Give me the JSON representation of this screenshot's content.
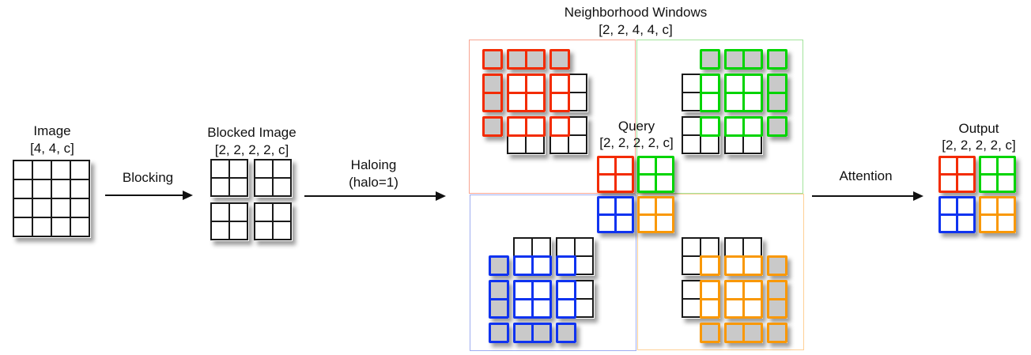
{
  "colors": {
    "red": "#f32b00",
    "green": "#00d400",
    "blue": "#0f33f0",
    "orange": "#f99806",
    "black": "#1a1a1a",
    "gray_fill": "#c9c9c9",
    "white_fill": "#ffffff",
    "box_red": "#f7a491",
    "box_green": "#a2e39b",
    "box_blue": "#9fadf0",
    "box_orange": "#ffd096"
  },
  "labels": {
    "image_title": "Image",
    "image_shape": "[4, 4, c]",
    "blocking": "Blocking",
    "blocked_title": "Blocked Image",
    "blocked_shape": "[2, 2, 2, 2, c]",
    "haloing_line1": "Haloing",
    "haloing_line2": "(halo=1)",
    "windows_title": "Neighborhood Windows",
    "windows_shape": "[2, 2, 4, 4, c]",
    "query_title": "Query",
    "query_shape": "[2, 2, 2, 2, c]",
    "attention": "Attention",
    "output_title": "Output",
    "output_shape": "[2, 2, 2, 2, c]"
  },
  "plain_grids": [
    {
      "name": "image-grid",
      "rows": 4,
      "cols": 4
    },
    {
      "name": "blocked-block-1",
      "rows": 2,
      "cols": 2
    },
    {
      "name": "blocked-block-2",
      "rows": 2,
      "cols": 2
    },
    {
      "name": "blocked-block-3",
      "rows": 2,
      "cols": 2
    },
    {
      "name": "blocked-block-4",
      "rows": 2,
      "cols": 2
    }
  ],
  "query_blocks": [
    {
      "color": "red"
    },
    {
      "color": "green"
    },
    {
      "color": "blue"
    },
    {
      "color": "orange"
    }
  ],
  "output_blocks": [
    {
      "color": "red"
    },
    {
      "color": "green"
    },
    {
      "color": "blue"
    },
    {
      "color": "orange"
    }
  ],
  "windows": [
    {
      "id": "red",
      "color": "red",
      "box_color": "box_red",
      "col_bands": [
        1,
        2,
        2
      ],
      "row_bands": [
        1,
        2,
        2
      ],
      "groups": [
        {
          "r": 0,
          "c": 0,
          "cells": [
            [
              "gm"
            ]
          ]
        },
        {
          "r": 0,
          "c": 1,
          "cells": [
            [
              "gm",
              "gm"
            ]
          ]
        },
        {
          "r": 0,
          "c": 2,
          "cells": [
            [
              "gm"
            ]
          ]
        },
        {
          "r": 1,
          "c": 0,
          "cells": [
            [
              "gm"
            ],
            [
              "gm"
            ]
          ]
        },
        {
          "r": 1,
          "c": 1,
          "cells": [
            [
              "wm",
              "wm"
            ],
            [
              "wm",
              "wm"
            ]
          ]
        },
        {
          "r": 1,
          "c": 2,
          "cells": [
            [
              "wm",
              "wk"
            ],
            [
              "wm",
              "wk"
            ]
          ]
        },
        {
          "r": 2,
          "c": 0,
          "cells": [
            [
              "gm"
            ]
          ]
        },
        {
          "r": 2,
          "c": 1,
          "cells": [
            [
              "wm",
              "wm"
            ],
            [
              "wk",
              "wk"
            ]
          ]
        },
        {
          "r": 2,
          "c": 2,
          "cells": [
            [
              "wm",
              "wk"
            ],
            [
              "wk",
              "wk"
            ]
          ]
        }
      ]
    },
    {
      "id": "green",
      "color": "green",
      "box_color": "box_green",
      "col_bands": [
        2,
        2,
        1
      ],
      "row_bands": [
        1,
        2,
        2
      ],
      "groups": [
        {
          "r": 0,
          "c": 0,
          "cells": [
            [
              "gm"
            ]
          ],
          "halign": "end"
        },
        {
          "r": 0,
          "c": 1,
          "cells": [
            [
              "gm",
              "gm"
            ]
          ]
        },
        {
          "r": 0,
          "c": 2,
          "cells": [
            [
              "gm"
            ]
          ]
        },
        {
          "r": 1,
          "c": 0,
          "cells": [
            [
              "wk",
              "wm"
            ],
            [
              "wk",
              "wm"
            ]
          ]
        },
        {
          "r": 1,
          "c": 1,
          "cells": [
            [
              "wm",
              "wm"
            ],
            [
              "wm",
              "wm"
            ]
          ]
        },
        {
          "r": 1,
          "c": 2,
          "cells": [
            [
              "gm"
            ],
            [
              "gm"
            ]
          ]
        },
        {
          "r": 2,
          "c": 0,
          "cells": [
            [
              "wk",
              "wm"
            ],
            [
              "wk",
              "wk"
            ]
          ]
        },
        {
          "r": 2,
          "c": 1,
          "cells": [
            [
              "wm",
              "wm"
            ],
            [
              "wk",
              "wk"
            ]
          ]
        },
        {
          "r": 2,
          "c": 2,
          "cells": [
            [
              "gm"
            ]
          ]
        }
      ]
    },
    {
      "id": "blue",
      "color": "blue",
      "box_color": "box_blue",
      "col_bands": [
        1,
        2,
        2
      ],
      "row_bands": [
        2,
        2,
        1
      ],
      "groups": [
        {
          "r": 0,
          "c": 0,
          "cells": [
            [
              "gm"
            ]
          ],
          "valign": "end"
        },
        {
          "r": 0,
          "c": 1,
          "cells": [
            [
              "wk",
              "wk"
            ],
            [
              "wm",
              "wm"
            ]
          ]
        },
        {
          "r": 0,
          "c": 2,
          "cells": [
            [
              "wk",
              "wk"
            ],
            [
              "wm",
              "wk"
            ]
          ]
        },
        {
          "r": 1,
          "c": 0,
          "cells": [
            [
              "gm"
            ],
            [
              "gm"
            ]
          ]
        },
        {
          "r": 1,
          "c": 1,
          "cells": [
            [
              "wm",
              "wm"
            ],
            [
              "wm",
              "wm"
            ]
          ]
        },
        {
          "r": 1,
          "c": 2,
          "cells": [
            [
              "wm",
              "wk"
            ],
            [
              "wm",
              "wk"
            ]
          ]
        },
        {
          "r": 2,
          "c": 0,
          "cells": [
            [
              "gm"
            ]
          ]
        },
        {
          "r": 2,
          "c": 1,
          "cells": [
            [
              "gm",
              "gm"
            ]
          ]
        },
        {
          "r": 2,
          "c": 2,
          "cells": [
            [
              "gm"
            ]
          ]
        }
      ]
    },
    {
      "id": "orange",
      "color": "orange",
      "box_color": "box_orange",
      "col_bands": [
        2,
        2,
        1
      ],
      "row_bands": [
        2,
        2,
        1
      ],
      "groups": [
        {
          "r": 0,
          "c": 0,
          "cells": [
            [
              "wk",
              "wk"
            ],
            [
              "wk",
              "wm"
            ]
          ]
        },
        {
          "r": 0,
          "c": 1,
          "cells": [
            [
              "wk",
              "wk"
            ],
            [
              "wm",
              "wm"
            ]
          ]
        },
        {
          "r": 0,
          "c": 2,
          "cells": [
            [
              "gm"
            ]
          ],
          "valign": "end"
        },
        {
          "r": 1,
          "c": 0,
          "cells": [
            [
              "wk",
              "wm"
            ],
            [
              "wk",
              "wm"
            ]
          ]
        },
        {
          "r": 1,
          "c": 1,
          "cells": [
            [
              "wm",
              "wm"
            ],
            [
              "wm",
              "wm"
            ]
          ]
        },
        {
          "r": 1,
          "c": 2,
          "cells": [
            [
              "gm"
            ],
            [
              "gm"
            ]
          ]
        },
        {
          "r": 2,
          "c": 0,
          "cells": [
            [
              "gm"
            ]
          ],
          "halign": "end"
        },
        {
          "r": 2,
          "c": 1,
          "cells": [
            [
              "gm",
              "gm"
            ]
          ]
        },
        {
          "r": 2,
          "c": 2,
          "cells": [
            [
              "gm"
            ]
          ]
        }
      ]
    }
  ]
}
